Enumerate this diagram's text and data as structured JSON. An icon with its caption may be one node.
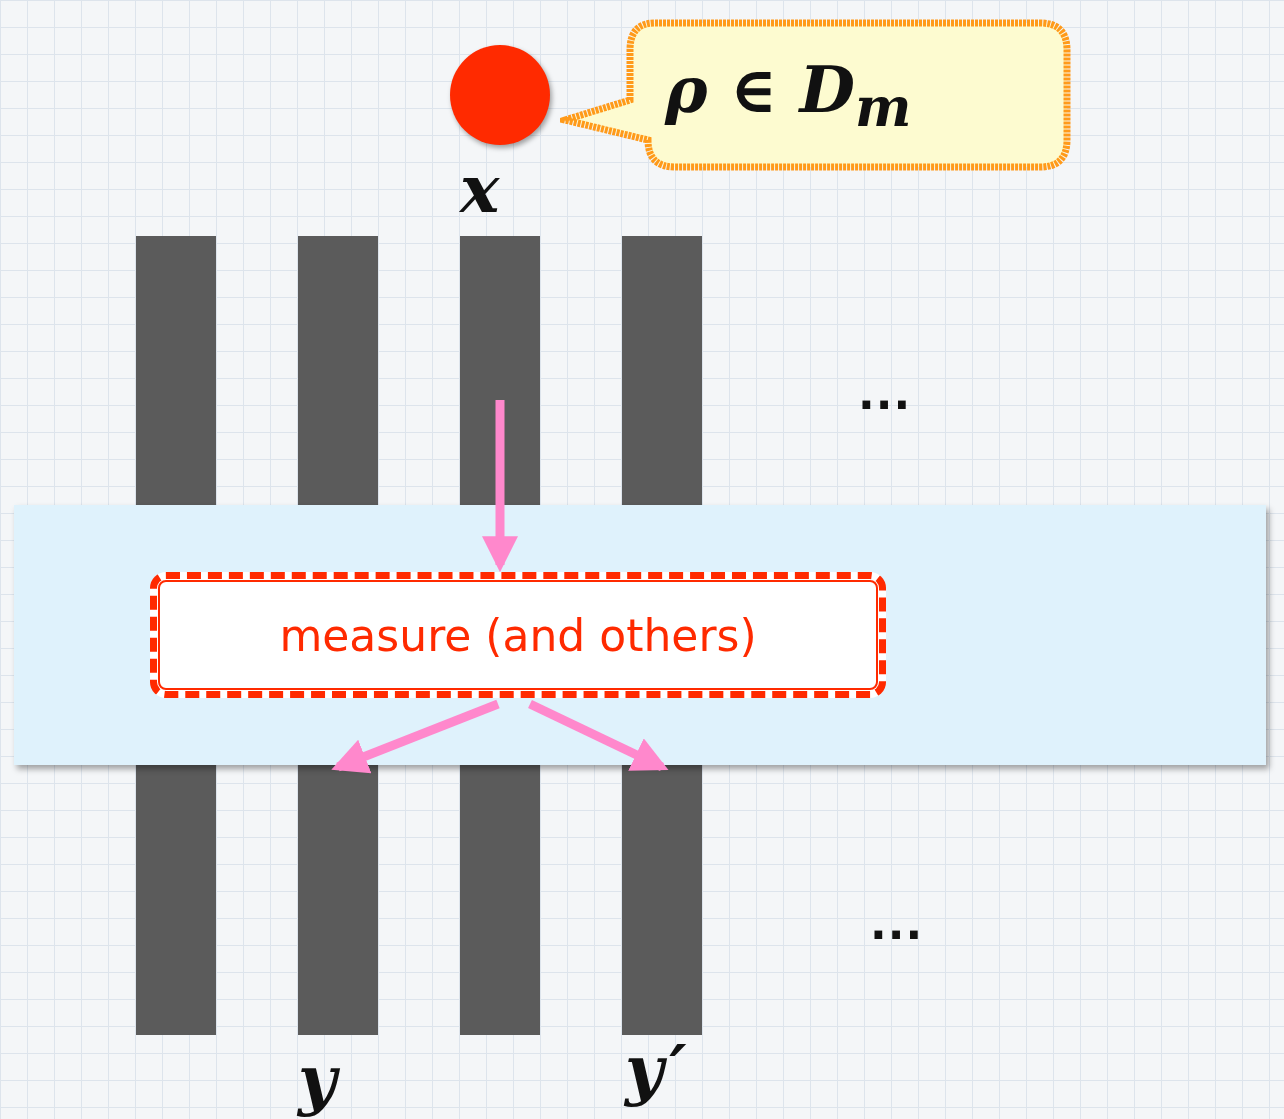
{
  "diagram": {
    "nodes": [
      {
        "text": [],
        "shape": "circle",
        "beside": [
          "x"
        ]
      },
      {
        "text": [
          "ρ ∈ D$_{m}$"
        ]
      },
      {
        "text": [],
        "shape": "bar"
      },
      {
        "text": [],
        "shape": "bar"
      },
      {
        "text": [],
        "shape": "bar"
      },
      {
        "text": [],
        "shape": "bar"
      },
      {
        "text": [],
        "shape": "box"
      },
      {
        "text": [
          "measure (and others)"
        ],
        "in": 6
      },
      {
        "text": [],
        "shape": "bar"
      },
      {
        "text": [],
        "shape": "bar",
        "beside": [
          "y"
        ]
      },
      {
        "text": [],
        "shape": "bar"
      },
      {
        "text": [],
        "shape": "bar",
        "beside": [
          "y′"
        ]
      }
    ],
    "edges": [
      {
        "from": 4,
        "to": 7,
        "arrow": "to"
      },
      {
        "from": 7,
        "to": 9,
        "arrow": "to"
      },
      {
        "from": 7,
        "to": 11,
        "arrow": "to"
      }
    ],
    "labels": [
      "...",
      "..."
    ]
  }
}
